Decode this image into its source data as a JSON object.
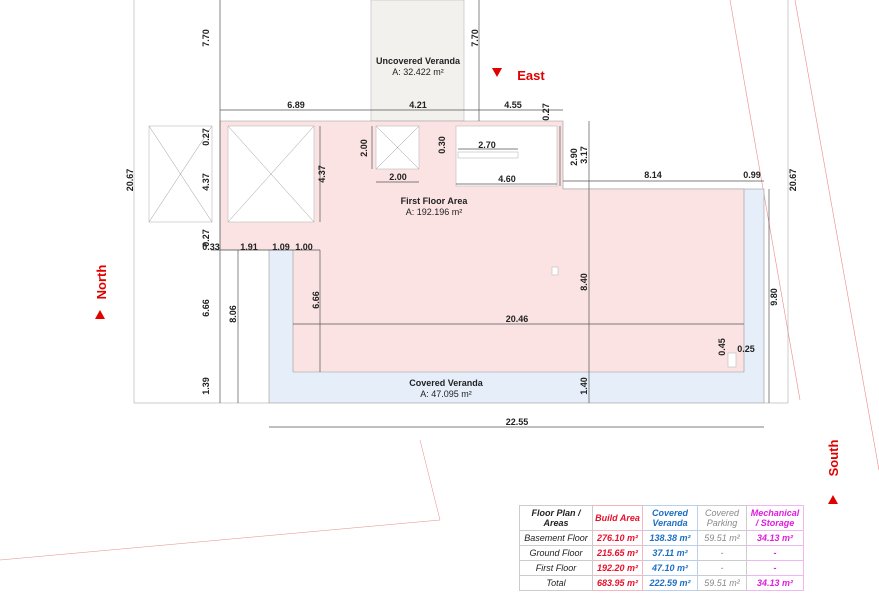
{
  "colors": {
    "first_floor": "#fbe3e3",
    "covered_veranda": "#e6eef9",
    "uncovered_veranda": "#f3f1ee",
    "direction": "#e00000"
  },
  "directions": {
    "east": "East",
    "north": "North",
    "south": "South"
  },
  "areas": {
    "uncovered": {
      "name": "Uncovered Veranda",
      "area": "A: 32.422 m²"
    },
    "first_floor": {
      "name": "First Floor Area",
      "area": "A: 192.196 m²"
    },
    "covered": {
      "name": "Covered Veranda",
      "area": "A: 47.095 m²"
    }
  },
  "dims": {
    "d770a": "7.70",
    "d770b": "7.70",
    "d2067a": "20.67",
    "d2067b": "20.67",
    "d689": "6.89",
    "d421": "4.21",
    "d455": "4.55",
    "d027a": "0.27",
    "d027b": "0.27",
    "d437a": "4.37",
    "d437b": "4.37",
    "d200a": "2.00",
    "d200b": "2.00",
    "d030": "0.30",
    "d270": "2.70",
    "d290": "2.90",
    "d460": "4.60",
    "d317": "3.17",
    "d814": "8.14",
    "d099": "0.99",
    "d027c": "0.27",
    "d033": "0.33",
    "d191": "1.91",
    "d109": "1.09",
    "d100": "1.00",
    "d666a": "6.66",
    "d806": "8.06",
    "d666b": "6.66",
    "d840": "8.40",
    "d980": "9.80",
    "d2046": "20.46",
    "d045": "0.45",
    "d025": "0.25",
    "d139": "1.39",
    "d140": "1.40",
    "d2255": "22.55"
  },
  "table": {
    "headers": [
      "Floor Plan / Areas",
      "Build Area",
      "Covered Veranda",
      "Covered Parking",
      "Mechanical / Storage"
    ],
    "rows": [
      [
        "Basement Floor",
        "276.10 m²",
        "138.38 m²",
        "59.51 m²",
        "34.13 m²"
      ],
      [
        "Ground Floor",
        "215.65 m²",
        "37.11 m²",
        "-",
        "-"
      ],
      [
        "First Floor",
        "192.20 m²",
        "47.10 m²",
        "-",
        "-"
      ],
      [
        "Total",
        "683.95 m²",
        "222.59 m²",
        "59.51 m²",
        "34.13 m²"
      ]
    ]
  }
}
